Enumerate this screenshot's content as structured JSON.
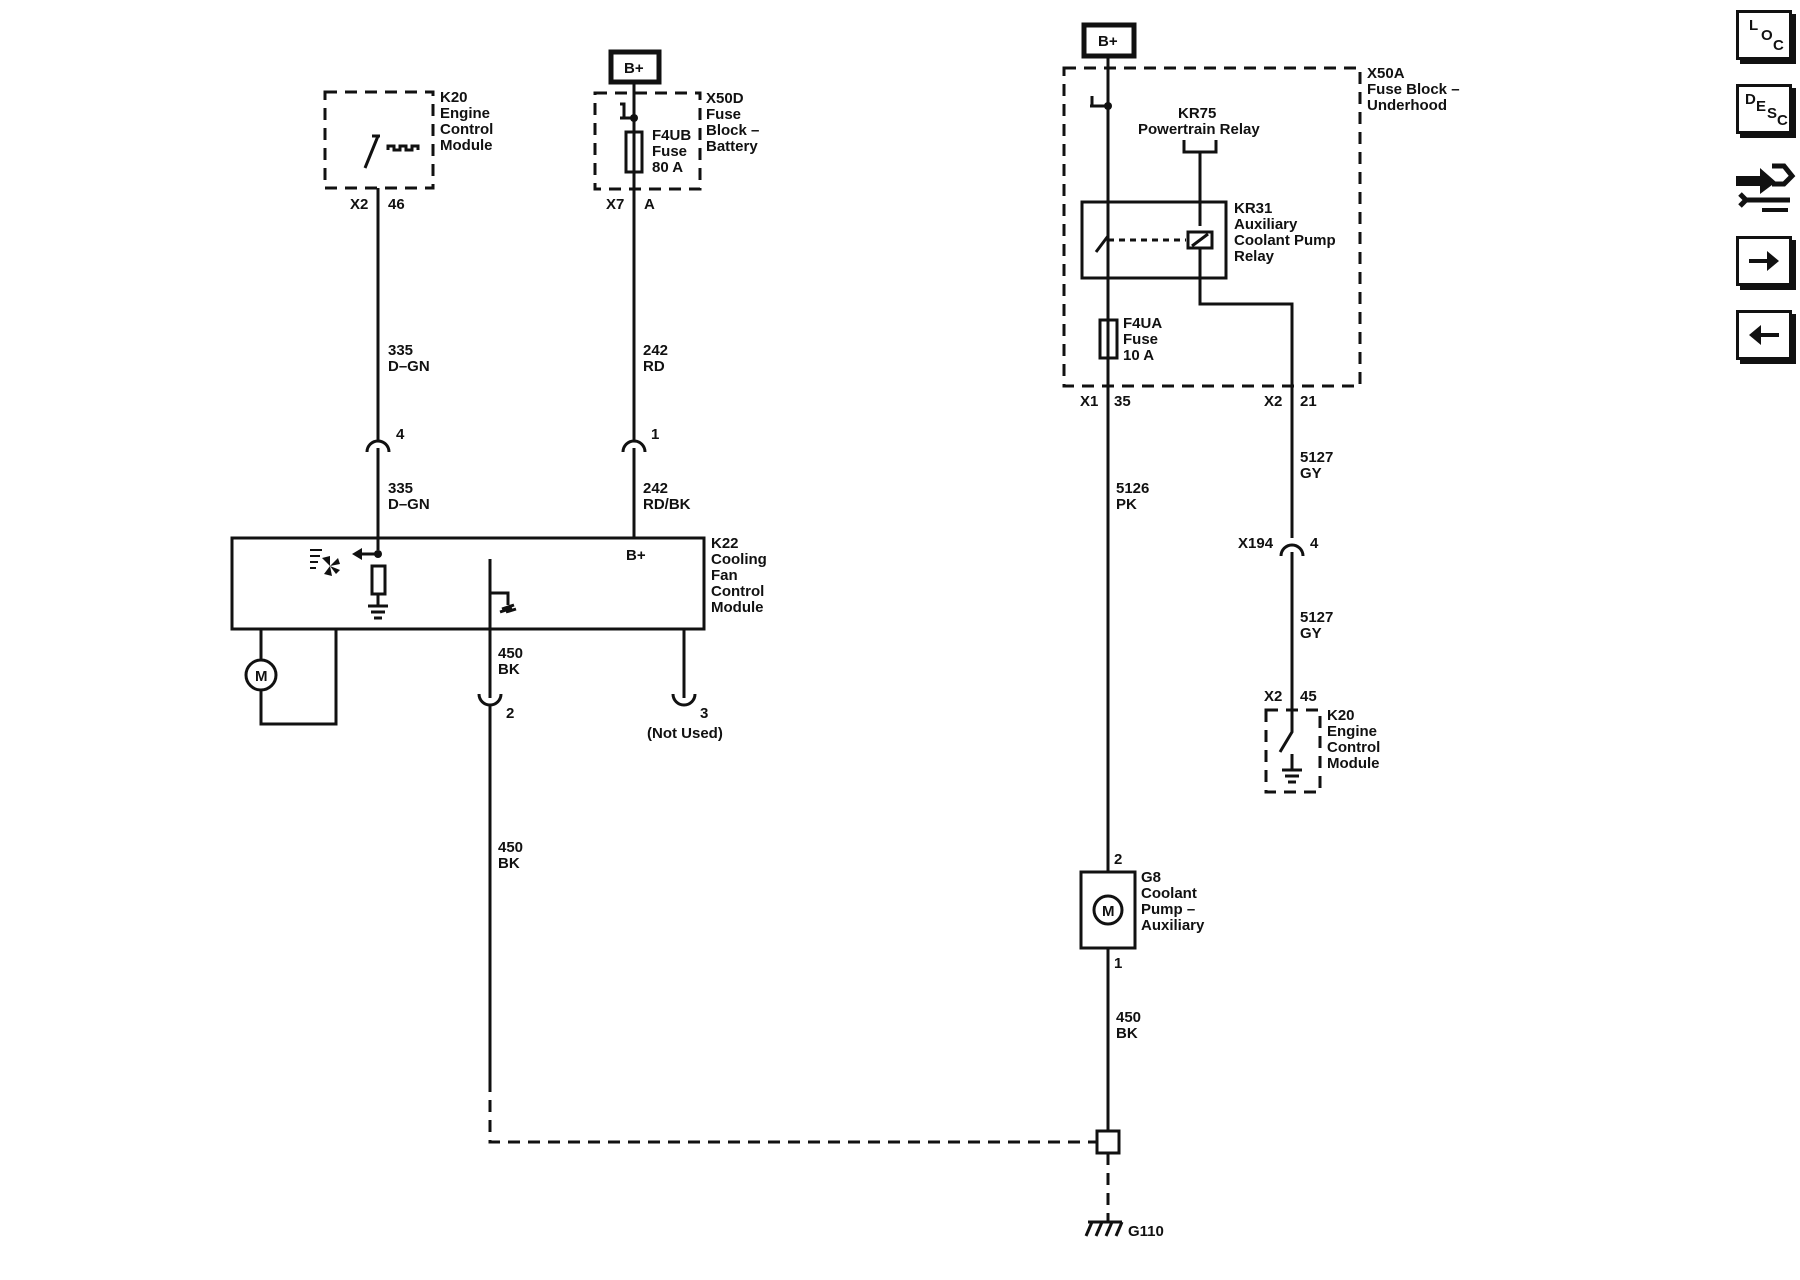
{
  "nav": {
    "loc": [
      "L",
      "O",
      "C"
    ],
    "desc": [
      "D",
      "E",
      "S",
      "C"
    ]
  },
  "power": {
    "left": "B+",
    "right": "B+"
  },
  "ecm_top": {
    "ref": "K20",
    "name": [
      "Engine",
      "Control",
      "Module"
    ],
    "conn": "X2",
    "pin": "46"
  },
  "fuse_block_battery": {
    "ref": "X50D",
    "name": [
      "Fuse",
      "Block –",
      "Battery"
    ],
    "fuse": [
      "F4UB",
      "Fuse",
      "80 A"
    ],
    "conn": "X7",
    "pin": "A"
  },
  "fuse_block_underhood": {
    "ref": "X50A",
    "name": [
      "Fuse Block –",
      "Underhood"
    ],
    "relay_kr75": [
      "KR75",
      "Powertrain Relay"
    ],
    "relay_kr31": [
      "KR31",
      "Auxiliary",
      "Coolant Pump",
      "Relay"
    ],
    "fuse": [
      "F4UA",
      "Fuse",
      "10 A"
    ],
    "conn1": "X1",
    "pin1": "35",
    "conn2": "X2",
    "pin2": "21"
  },
  "wires": {
    "w335a": [
      "335",
      "D–GN"
    ],
    "w335b": [
      "335",
      "D–GN"
    ],
    "w242a": [
      "242",
      "RD"
    ],
    "w242b": [
      "242",
      "RD/BK"
    ],
    "w450a": [
      "450",
      "BK"
    ],
    "w450b": [
      "450",
      "BK"
    ],
    "w450c": [
      "450",
      "BK"
    ],
    "w5126": [
      "5126",
      "PK"
    ],
    "w5127a": [
      "5127",
      "GY"
    ],
    "w5127b": [
      "5127",
      "GY"
    ]
  },
  "inline": {
    "p4": "4",
    "p1": "1",
    "p2": "2",
    "p3": "3",
    "not_used": "(Not Used)",
    "x194": "X194",
    "x194_pin": "4"
  },
  "cfcm": {
    "ref": "K22",
    "name": [
      "Cooling",
      "Fan",
      "Control",
      "Module"
    ],
    "bplus": "B+",
    "motor": "M"
  },
  "ecm_bottom": {
    "conn": "X2",
    "pin": "45",
    "ref": "K20",
    "name": [
      "Engine",
      "Control",
      "Module"
    ]
  },
  "pump": {
    "pin_top": "2",
    "ref": "G8",
    "name": [
      "Coolant",
      "Pump –",
      "Auxiliary"
    ],
    "motor": "M",
    "pin_bottom": "1"
  },
  "ground": {
    "ref": "G110"
  }
}
